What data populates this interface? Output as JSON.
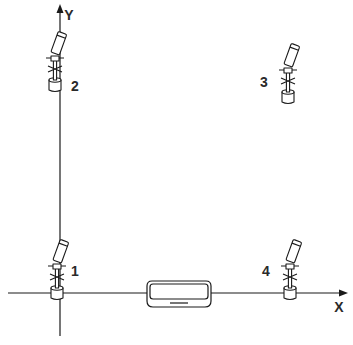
{
  "diagram": {
    "labels": [
      "Y",
      "2",
      "3",
      "1",
      "4",
      "X"
    ]
  }
}
